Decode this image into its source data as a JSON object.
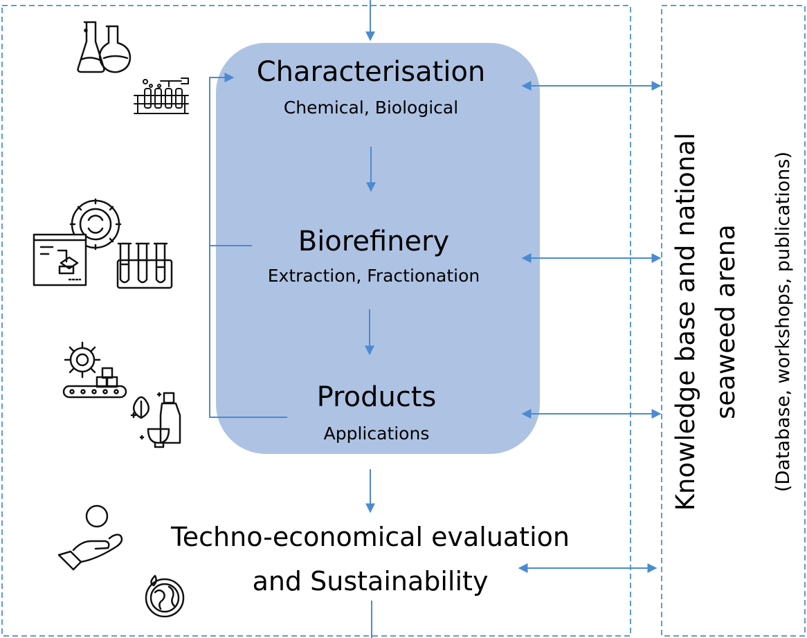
{
  "diagram": {
    "stages": [
      {
        "title": "Characterisation",
        "subtitle": "Chemical, Biological"
      },
      {
        "title": "Biorefinery",
        "subtitle": "Extraction, Fractionation"
      },
      {
        "title": "Products",
        "subtitle": "Applications"
      }
    ],
    "evaluation": {
      "line1": "Techno-economical evaluation",
      "line2": "and Sustainability"
    },
    "knowledge": {
      "line1": "Knowledge base and national",
      "line2": "seaweed arena",
      "line3": "(Database, workshops, publications)"
    },
    "icons": [
      "lab-flasks-icon",
      "test-tube-rack-icon",
      "process-flowchart-gear-icon",
      "test-tubes-icon",
      "conveyor-gear-icon",
      "cosmetics-products-icon",
      "money-hand-icon",
      "eco-globe-icon"
    ],
    "colors": {
      "box_fill": "#aec2e3",
      "arrow": "#4a8ad0",
      "dash": "#5b9bd5",
      "text": "#000000"
    }
  }
}
